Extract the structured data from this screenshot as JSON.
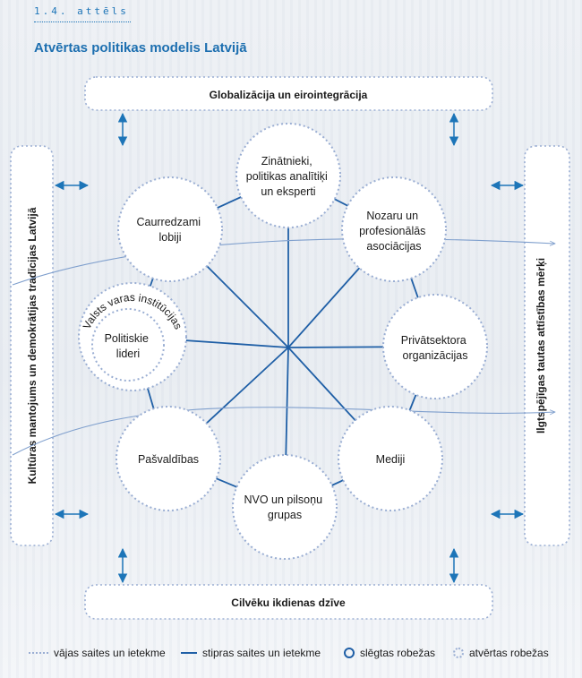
{
  "figure_label": "1.4. attēls",
  "title": "Atvērtas politikas modelis Latvijā",
  "boxes": {
    "top": "Globalizācija un eirointegrācija",
    "bottom": "Cilvēku ikdienas dzīve",
    "left": "Kultūras mantojums un demokrātijas tradīcijas Latvijā",
    "right": "Ilgtspējīgas tautas attīstības mērķi"
  },
  "nodes": {
    "top": [
      "Zinātnieki,",
      "politikas analītiķi",
      "un eksperti"
    ],
    "top_right": [
      "Nozaru un",
      "profesionālās",
      "asociācijas"
    ],
    "right": [
      "Privātsektora",
      "organizācijas"
    ],
    "bottom_right": [
      "Mediji"
    ],
    "bottom": [
      "NVO un pilsoņu",
      "grupas"
    ],
    "bottom_left": [
      "Pašvaldības"
    ],
    "left_outer": "Valsts varas institūcijas",
    "left_inner": [
      "Politiskie",
      "lideri"
    ],
    "top_left": [
      "Caurredzami",
      "lobiji"
    ]
  },
  "legend": {
    "weak": "vājas saites un ietekme",
    "strong": "stipras saites un ietekme",
    "closed": "slēgtas robežas",
    "open": "atvērtas robežas"
  },
  "colors": {
    "accent": "#1d75b8",
    "dark_line": "#1f5fa6",
    "dotted": "#9aaed3"
  }
}
